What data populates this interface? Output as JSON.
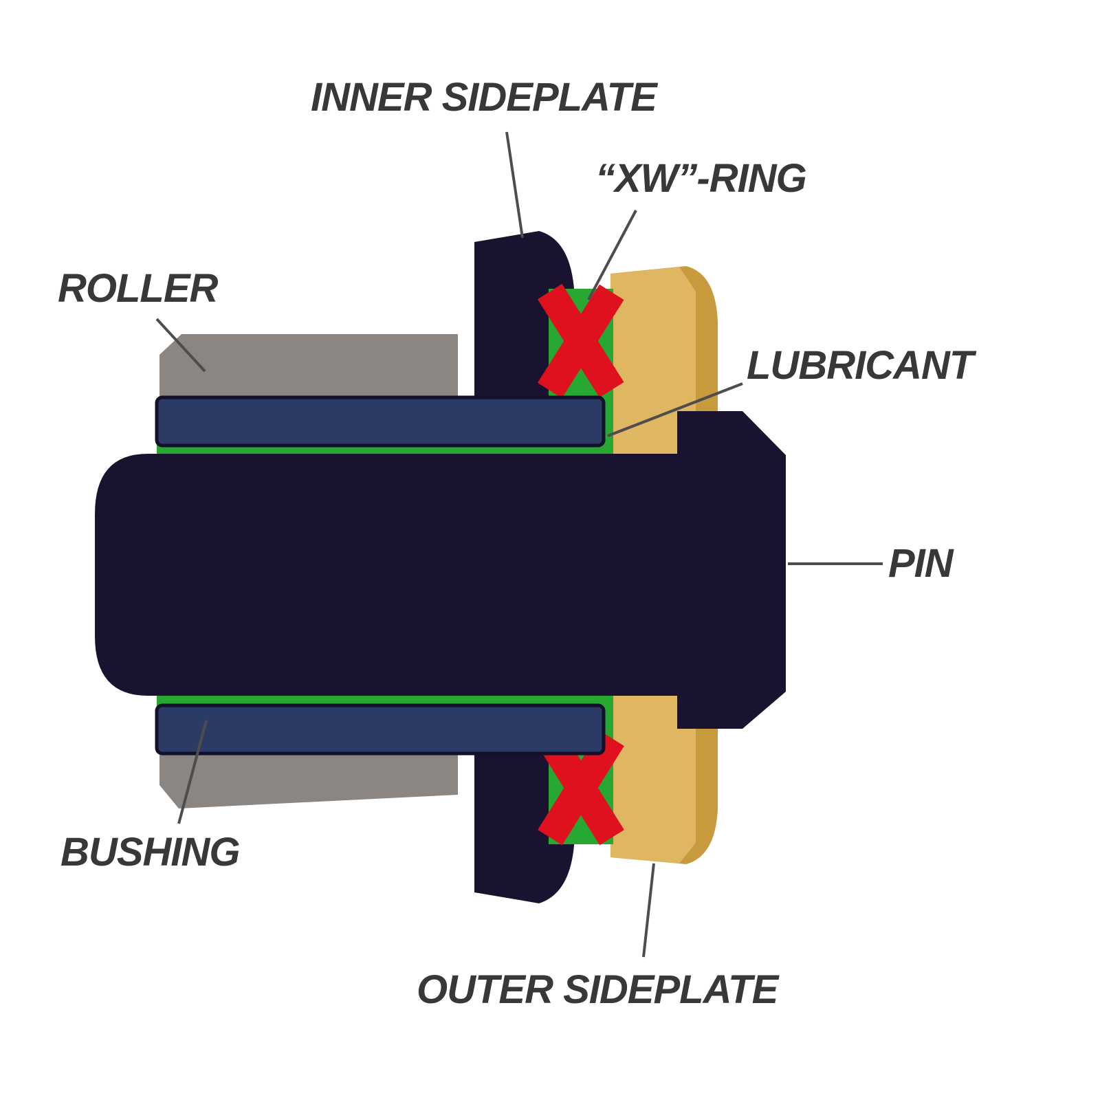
{
  "diagram": {
    "labels": {
      "inner_sideplate": "INNER SIDEPLATE",
      "xw_ring": "“XW”-RING",
      "roller": "ROLLER",
      "lubricant": "LUBRICANT",
      "pin": "PIN",
      "bushing": "BUSHING",
      "outer_sideplate": "OUTER SIDEPLATE"
    },
    "colors": {
      "pin": "#1a1330",
      "inner_sideplate": "#1a1330",
      "outer_sideplate": "#dfb763",
      "outer_sideplate_shade": "#c79b3d",
      "roller": "#8b8681",
      "bushing": "#2c3a66",
      "lubricant": "#27a832",
      "xw_ring": "#e0111f",
      "label_text": "#383838",
      "leader_line": "#4d4d4d",
      "background": "#ffffff"
    }
  }
}
